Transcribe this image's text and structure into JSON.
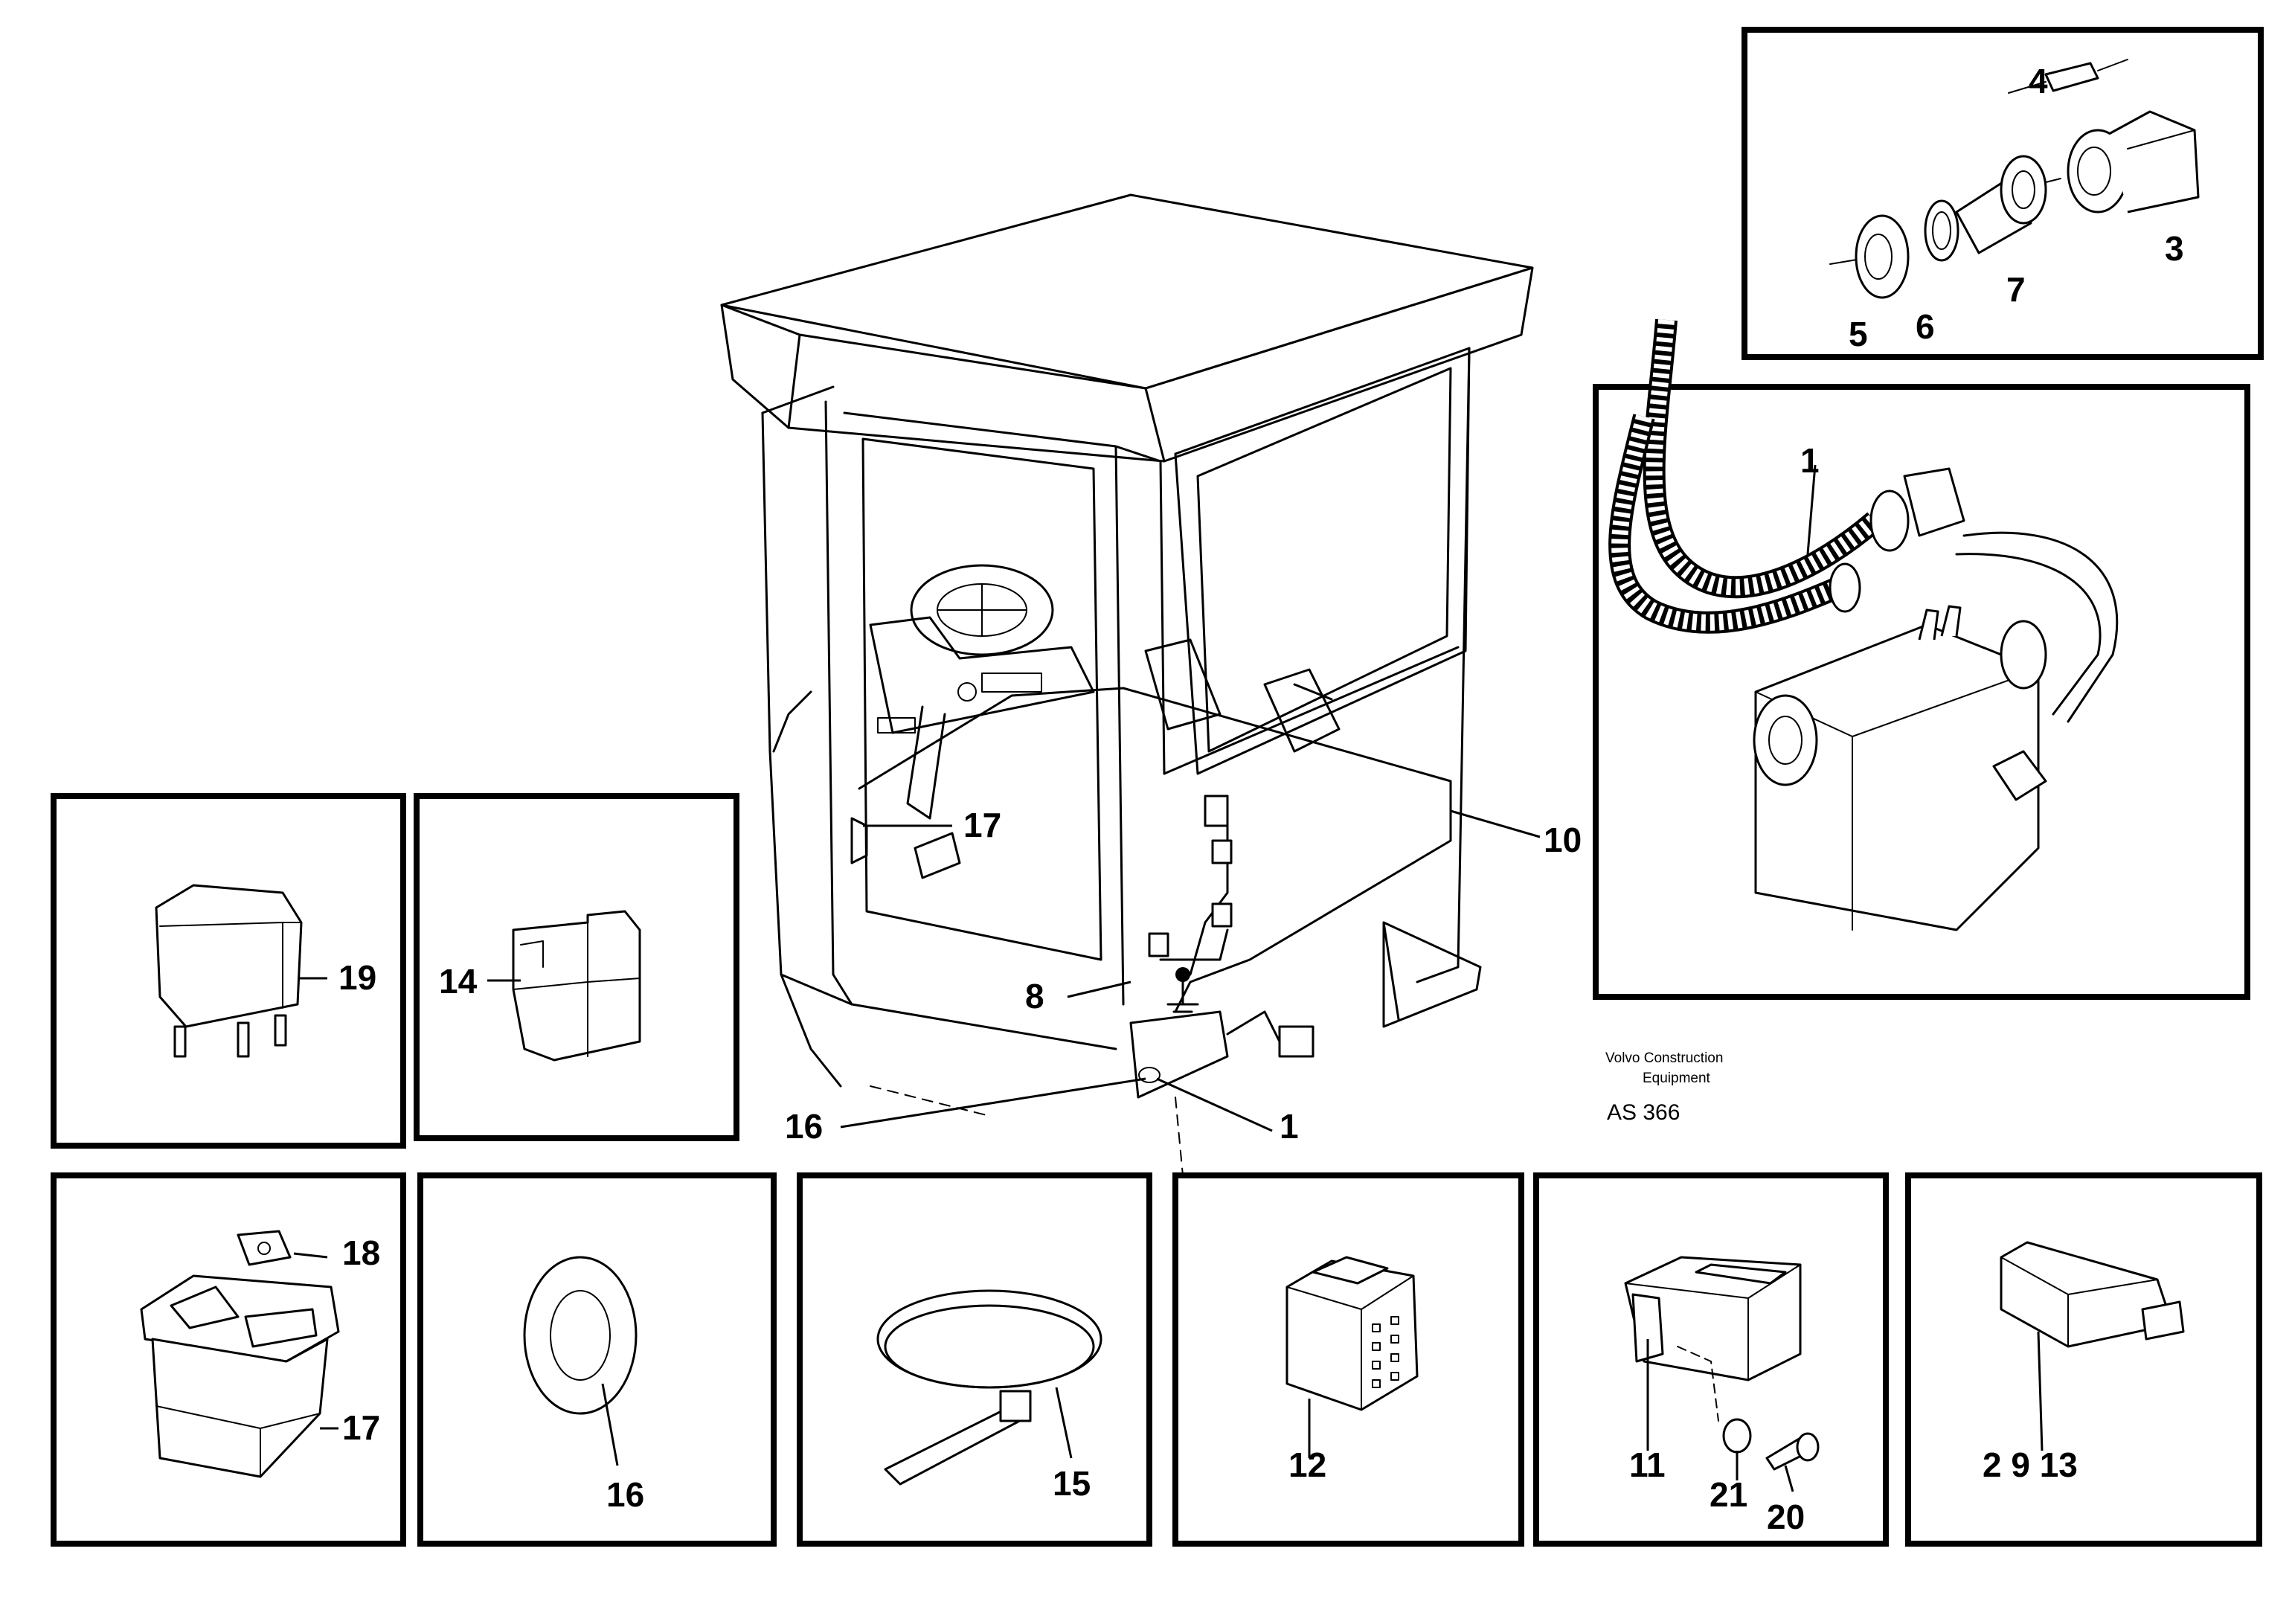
{
  "credit": {
    "line1": "Volvo Construction",
    "line2": "Equipment",
    "code": "AS 366"
  },
  "labels": {
    "item_1_harness": "1",
    "item_1_detail": "1",
    "item_3": "3",
    "item_4": "4",
    "item_5": "5",
    "item_6": "6",
    "item_7": "7",
    "item_8": "8",
    "item_10": "10",
    "item_11": "11",
    "item_12": "12",
    "item_14": "14",
    "item_15": "15",
    "item_16_cab": "16",
    "item_16_part": "16",
    "item_17_cab": "17",
    "item_17_part": "17",
    "item_18": "18",
    "item_19": "19",
    "item_20": "20",
    "item_21": "21",
    "item_2_9_13": "2 9 13"
  }
}
